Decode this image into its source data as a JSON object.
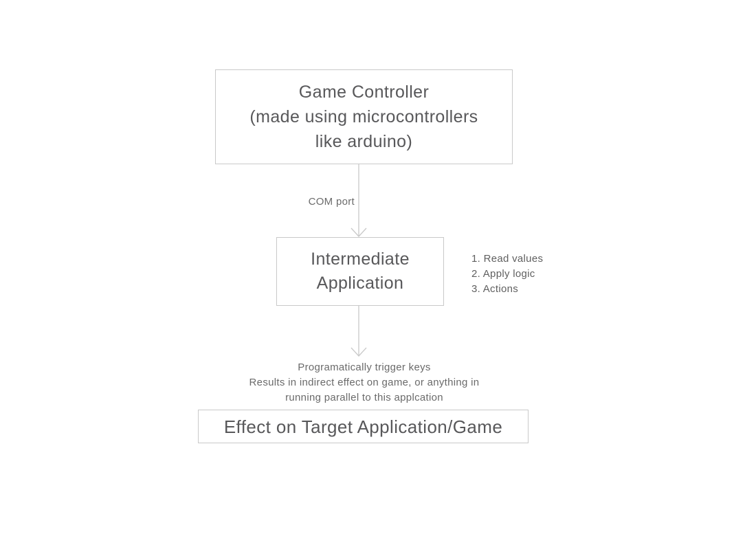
{
  "colors": {
    "background": "#ffffff",
    "box_border": "#c9c9c9",
    "box_text": "#58585a",
    "arrow": "#c9c9c9",
    "label_text": "#6b6b6b",
    "list_text": "#5f5f5f",
    "note_text": "#6a6a6a"
  },
  "diagram": {
    "game_controller_box": {
      "lines": [
        "Game Controller",
        "(made using microcontrollers",
        "like arduino)"
      ]
    },
    "com_port_label": "COM port",
    "intermediate_box": {
      "lines": [
        "Intermediate",
        "Application"
      ]
    },
    "steps_list": {
      "items": [
        "1. Read values",
        "2. Apply logic",
        "3. Actions"
      ]
    },
    "trigger_note": {
      "lines": [
        "Programatically trigger keys",
        "Results in indirect effect on game, or anything in",
        "running parallel to this applcation"
      ]
    },
    "effect_box": {
      "label": "Effect on Target Application/Game"
    }
  }
}
